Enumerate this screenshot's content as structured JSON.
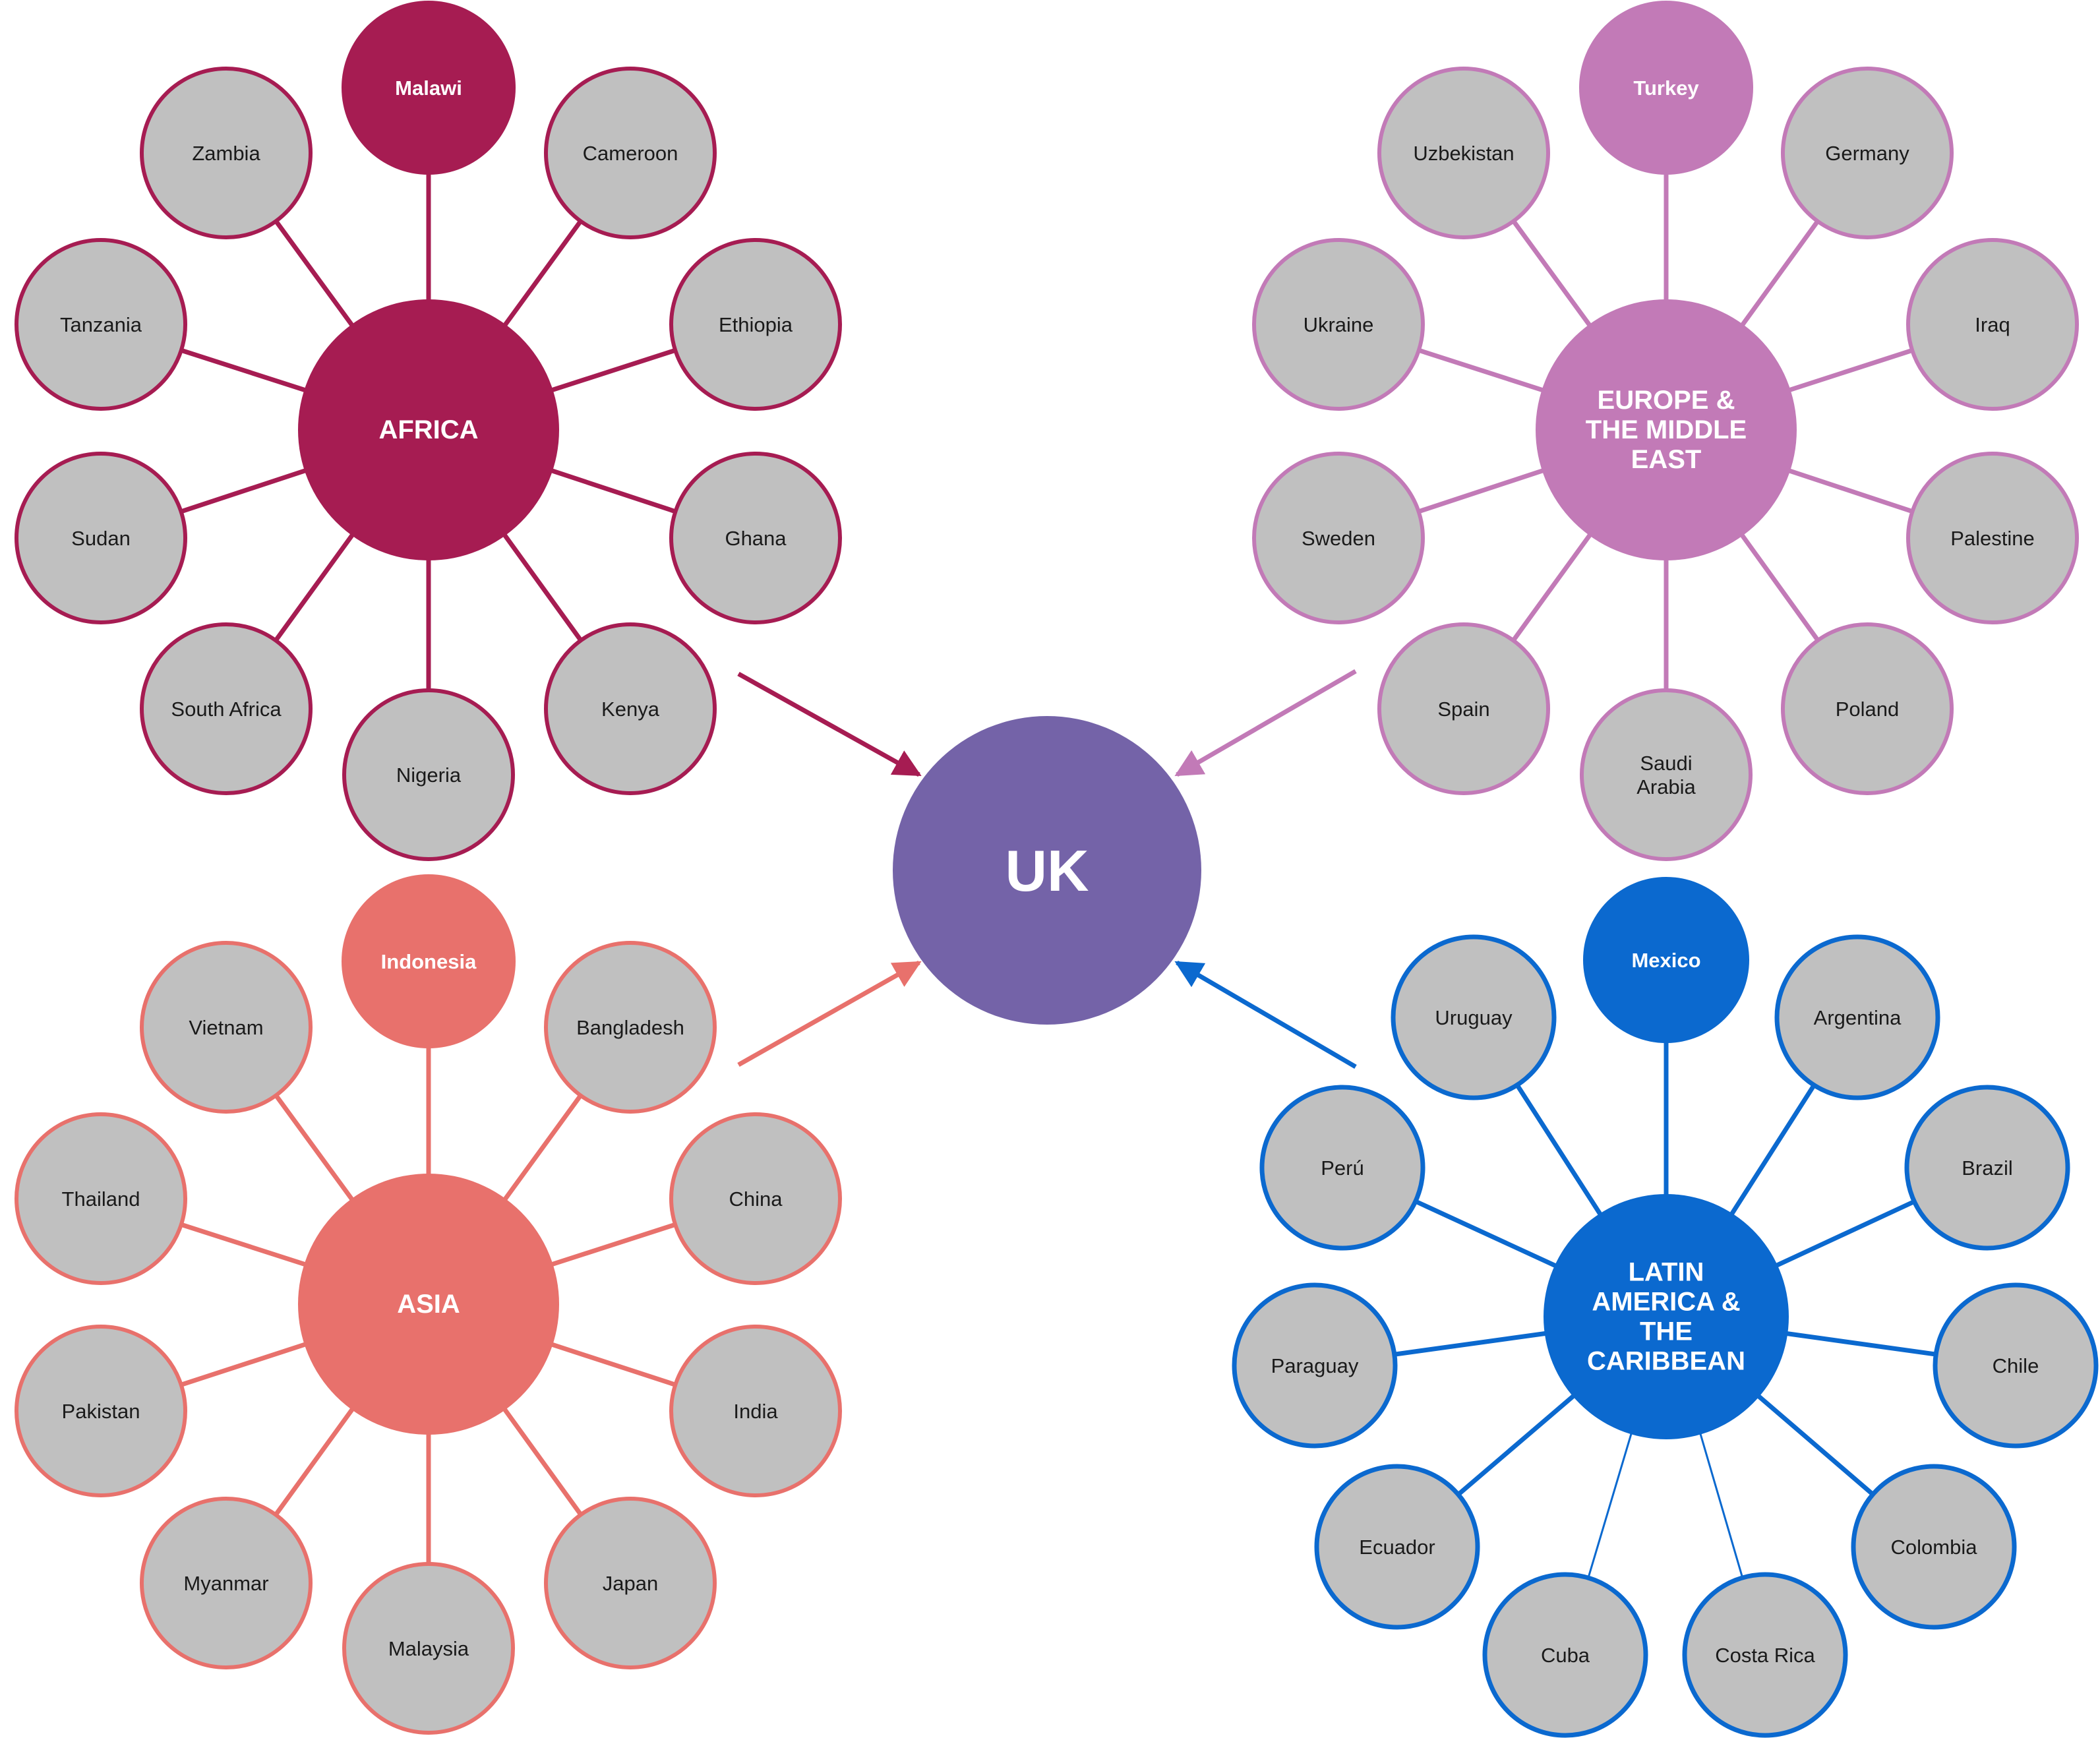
{
  "center": {
    "label": "UK",
    "color": "#7463a8"
  },
  "leaf_fill": "#c0c0c0",
  "regions": [
    {
      "id": "africa",
      "hub_lines": [
        "AFRICA"
      ],
      "color": "#a61c52",
      "featured": "Malawi",
      "leaves": [
        [
          "Cameroon"
        ],
        [
          "Ethiopia"
        ],
        [
          "Ghana"
        ],
        [
          "Kenya"
        ],
        [
          "Nigeria"
        ],
        [
          "South Africa"
        ],
        [
          "Sudan"
        ],
        [
          "Tanzania"
        ],
        [
          "Zambia"
        ]
      ]
    },
    {
      "id": "europe-middle-east",
      "hub_lines": [
        "EUROPE &",
        "THE MIDDLE",
        "EAST"
      ],
      "color": "#c27ab7",
      "featured": "Turkey",
      "leaves": [
        [
          "Germany"
        ],
        [
          "Iraq"
        ],
        [
          "Palestine"
        ],
        [
          "Poland"
        ],
        [
          "Saudi",
          "Arabia"
        ],
        [
          "Spain"
        ],
        [
          "Sweden"
        ],
        [
          "Ukraine"
        ],
        [
          "Uzbekistan"
        ]
      ]
    },
    {
      "id": "asia",
      "hub_lines": [
        "ASIA"
      ],
      "color": "#e8716c",
      "featured": "Indonesia",
      "leaves": [
        [
          "Bangladesh"
        ],
        [
          "China"
        ],
        [
          "India"
        ],
        [
          "Japan"
        ],
        [
          "Malaysia"
        ],
        [
          "Myanmar"
        ],
        [
          "Pakistan"
        ],
        [
          "Thailand"
        ],
        [
          "Vietnam"
        ]
      ]
    },
    {
      "id": "latin-america-caribbean",
      "hub_lines": [
        "LATIN",
        "AMERICA &",
        "THE",
        "CARIBBEAN"
      ],
      "color": "#0b69cf",
      "featured": "Mexico",
      "leaves": [
        [
          "Argentina"
        ],
        [
          "Brazil"
        ],
        [
          "Chile"
        ],
        [
          "Colombia"
        ],
        [
          "Costa Rica"
        ],
        [
          "Cuba"
        ],
        [
          "Ecuador"
        ],
        [
          "Paraguay"
        ],
        [
          "Perú"
        ],
        [
          "Uruguay"
        ]
      ]
    }
  ]
}
